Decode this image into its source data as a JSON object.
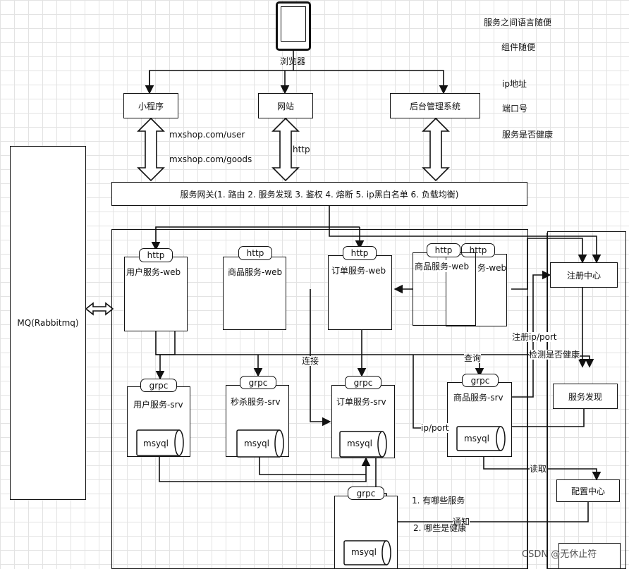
{
  "browser": {
    "label": "浏览器"
  },
  "clients": {
    "miniapp": "小程序",
    "website": "网站",
    "admin": "后台管理系统"
  },
  "urls": {
    "user": "mxshop.com/user",
    "goods": "mxshop.com/goods",
    "http": "http"
  },
  "gateway": {
    "label": "服务网关(1. 路由 2. 服务发现 3. 鉴权 4. 熔断 5. ip黑白名单 6. 负载均衡)"
  },
  "mq": {
    "label": "MQ(Rabbitmq)"
  },
  "notes": {
    "lang": "服务之间语言随便",
    "component": "组件随便",
    "ip": "ip地址",
    "port": "端口号",
    "health": "服务是否健康"
  },
  "web": {
    "tab": "http",
    "user": "用户服务-web",
    "goods": "商品服务-web",
    "order": "订单服务-web",
    "goods2": "商品服务-web",
    "goods3_partial": "务-web"
  },
  "srv": {
    "tab": "grpc",
    "user": "用户服务-srv",
    "seckill": "秒杀服务-srv",
    "order": "订单服务-srv",
    "goods": "商品服务-srv"
  },
  "db": {
    "label": "msyql"
  },
  "infra": {
    "registry": "注册中心",
    "discovery": "服务发现",
    "config": "配置中心"
  },
  "edges": {
    "connect": "连接",
    "query": "查询",
    "register_ipport": "注册ip/port",
    "health_check": "检测是否健康",
    "ipport": "ip/port",
    "read": "读取",
    "notify": "通知",
    "which_services": "1. 有哪些服务",
    "which_healthy": "2. 哪些是健康"
  },
  "watermark": "CSDN @无休止符"
}
